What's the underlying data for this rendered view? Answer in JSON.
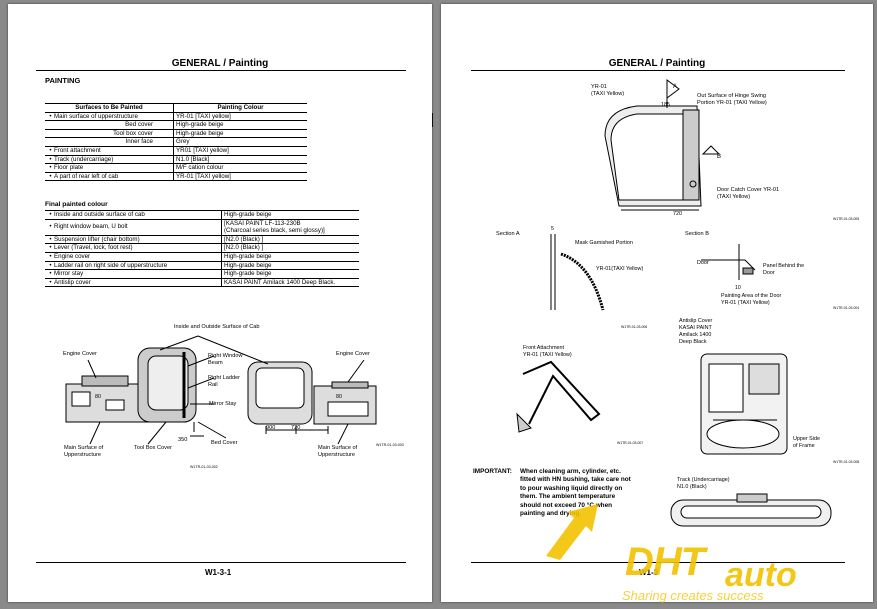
{
  "left": {
    "header": "GENERAL / Painting",
    "section_title": "PAINTING",
    "table1": {
      "headers": [
        "Surfaces to Be Painted",
        "Painting Colour"
      ],
      "rows": [
        {
          "bullet": "•",
          "surface": "Main surface of upperstructure",
          "colour": "YR-01 [TAXI yellow]",
          "indent": false
        },
        {
          "bullet": "",
          "surface": "Bed cover",
          "colour": "High-grade beige",
          "indent": true
        },
        {
          "bullet": "",
          "surface": "Tool box cover",
          "colour": "High-grade beige",
          "indent": true
        },
        {
          "bullet": "",
          "surface": "Inner face",
          "colour": "Grey",
          "indent": true
        },
        {
          "bullet": "•",
          "surface": "Front attachment",
          "colour": "YR01 [TAXI yellow]",
          "indent": false
        },
        {
          "bullet": "•",
          "surface": "Track (undercarriage)",
          "colour": "N1.0 [Black]",
          "indent": false
        },
        {
          "bullet": "•",
          "surface": "Floor plate",
          "colour": "M/F cation colour",
          "indent": false
        },
        {
          "bullet": "•",
          "surface": "A part of rear left of cab",
          "colour": "YR-01 [TAXI yellow]",
          "indent": false
        }
      ]
    },
    "final_title": "Final painted colour",
    "table2": {
      "rows": [
        {
          "surface": "Inside and outside surface of cab",
          "colour": "High-grade beige"
        },
        {
          "surface": "Right window beam, U bolt",
          "colour": "[KASAI PAINT LF-113-230B",
          "colour2": "(Charcoal series black, semi glossy)]"
        },
        {
          "surface": "Suspension lifter (chair bottom)",
          "colour": "[N2.0 (Black) ]"
        },
        {
          "surface": "Lever (Travel, lock, foot rest)",
          "colour": "[N2.0 (Black) ]"
        },
        {
          "surface": "Engine cover",
          "colour": "High-grade beige"
        },
        {
          "surface": "Ladder rail on right side of upperstructure",
          "colour": "High-grade beige"
        },
        {
          "surface": "Mirror stay",
          "colour": "High-grade beige"
        },
        {
          "surface": "Antislip cover",
          "colour": "KASAI PAINT Amilack 1400 Deep Black."
        }
      ]
    },
    "diagram": {
      "inside_outside": "Inside and Outside Surface of Cab",
      "engine_cover_l": "Engine Cover",
      "engine_cover_r": "Engine Cover",
      "right_window_beam_1": "Right Window",
      "right_window_beam_2": "Beam",
      "right_ladder_1": "Right Ladder",
      "right_ladder_2": "Rail",
      "mirror_stay": "Mirror Stay",
      "main_surface_l1": "Main Surface of",
      "main_surface_l2": "Upperstructure",
      "tool_box": "Tool Box Cover",
      "bed_cover": "Bed Cover",
      "main_surface_r1": "Main Surface of",
      "main_surface_r2": "Upperstructure",
      "dim_350": "350",
      "dim_900": "900",
      "dim_720": "720",
      "dim_80a": "80",
      "dim_80b": "80",
      "code1": "W1TR-01-03-003",
      "code2": "W1TR-01-03-002"
    },
    "footer": "W1-3-1"
  },
  "right": {
    "header": "GENERAL / Painting",
    "yr01_1": "YR-01",
    "yr01_2": "(TAXI Yellow)",
    "arrow_a": "A",
    "arrow_b": "B",
    "dim_185": "185",
    "dim_720": "720",
    "out_surface_1": "Out Surface of Hinge Swing",
    "out_surface_2": "Portion YR-01 (TAXI Yellow)",
    "door_catch_1": "Door Catch Cover YR-01",
    "door_catch_2": "(TAXI Yellow)",
    "code1": "W1TR-01-03-005",
    "section_a": "Section A",
    "section_b": "Section B",
    "dim_5": "5",
    "mask": "Mask Garnished Portion",
    "yr01_taxi": "YR-01(TAXI Yellow)",
    "door": "Door",
    "panel_1": "Panel Behind the",
    "panel_2": "Door",
    "dim_10": "10",
    "painting_area_1": "Painting Area of the Door",
    "painting_area_2": "YR-01 (TAXI Yellow)",
    "code2": "W1TR-01-03-004",
    "code3": "W1TR-01-03-006",
    "front_att_1": "Front Attachment",
    "front_att_2": "YR-01 (TAXI Yellow)",
    "antislip_1": "Antislip Cover",
    "antislip_2": "KASAI PAINT",
    "antislip_3": "Amilack 1400",
    "antislip_4": "Deep Black",
    "upper_side_1": "Upper Side",
    "upper_side_2": "of Frame",
    "code4": "W1TR-01-03-007",
    "code5": "W1TR-01-03-008",
    "important_label": "IMPORTANT:",
    "important_lines": [
      "When cleaning arm, cylinder, etc.",
      "fitted with HN bushing, take care not",
      "to pour washing liquid directly on",
      "them. The ambient temperature",
      "should not exceed 70 °C when",
      "painting and drying."
    ],
    "track_1": "Track (Undercarriage)",
    "track_2": "N1.0 (Black)",
    "footer": "W1-3"
  },
  "watermark": {
    "brand_a": "DHT",
    "brand_b": "auto",
    "slogan": "Sharing creates success"
  },
  "colors": {
    "accent": "#f2c200",
    "page_bg": "#8a8a8a"
  }
}
